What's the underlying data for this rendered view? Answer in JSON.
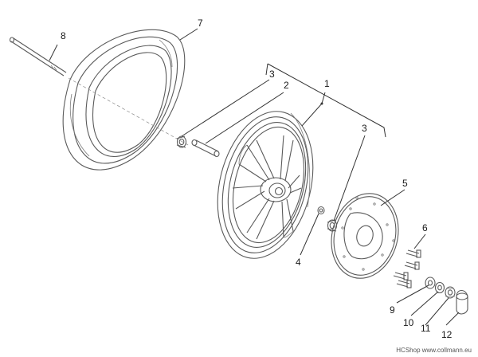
{
  "callouts": {
    "c1": "1",
    "c2": "2",
    "c3a": "3",
    "c3b": "3",
    "c4": "4",
    "c5": "5",
    "c6": "6",
    "c7": "7",
    "c8": "8",
    "c9": "9",
    "c10": "10",
    "c11": "11",
    "c12": "12"
  },
  "watermark": "HCShop www.collmann.eu"
}
